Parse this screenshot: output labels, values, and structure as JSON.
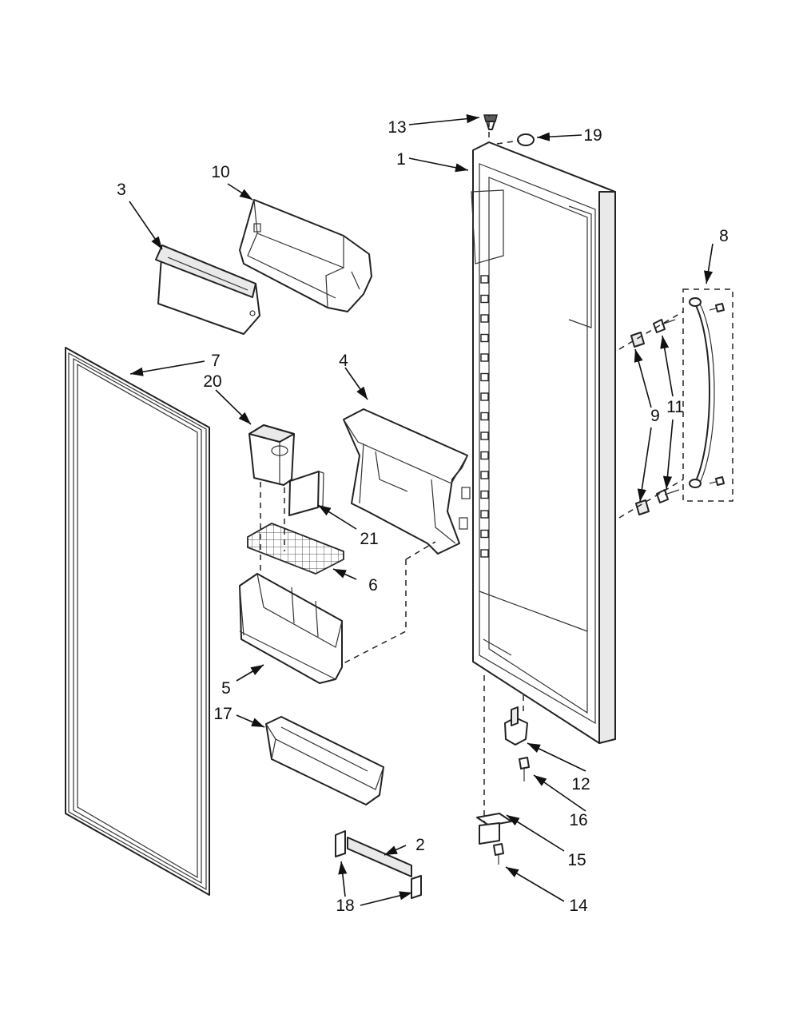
{
  "callouts": {
    "c1": "1",
    "c2": "2",
    "c3": "3",
    "c4": "4",
    "c5": "5",
    "c6": "6",
    "c7": "7",
    "c8": "8",
    "c9": "9",
    "c10": "10",
    "c11": "11",
    "c12": "12",
    "c13": "13",
    "c14": "14",
    "c15": "15",
    "c16": "16",
    "c17": "17",
    "c18": "18",
    "c19": "19",
    "c20": "20",
    "c21": "21"
  },
  "colors": {
    "line": "#222222",
    "fill": "#ffffff",
    "shade": "#e9e9e9"
  }
}
